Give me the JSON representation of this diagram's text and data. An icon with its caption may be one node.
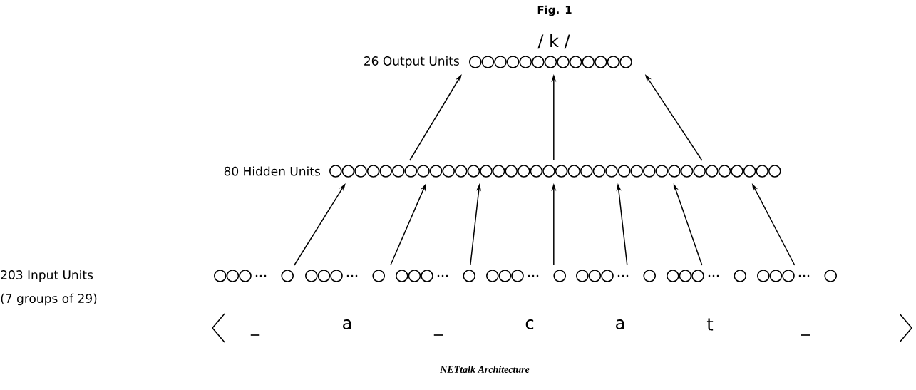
{
  "diagram": {
    "title": "Fig. 1",
    "caption": "NETtalk Architecture",
    "nodes": [
      {
        "text": [],
        "shape": "circle",
        "beside": [
          "26 Output Units"
        ]
      },
      {
        "text": [],
        "shape": "circle",
        "beside": [
          "80 Hidden Units"
        ]
      },
      {
        "text": [],
        "shape": "circle"
      },
      {
        "text": [],
        "shape": "circle"
      },
      {
        "text": [],
        "shape": "circle"
      },
      {
        "text": [],
        "shape": "circle"
      },
      {
        "text": [],
        "shape": "circle"
      },
      {
        "text": [],
        "shape": "circle"
      },
      {
        "text": [],
        "shape": "circle"
      }
    ],
    "edges": [
      {
        "from": 1,
        "to": 0,
        "arrow": "to"
      },
      {
        "from": 1,
        "to": 0,
        "arrow": "to"
      },
      {
        "from": 1,
        "to": 0,
        "arrow": "to"
      },
      {
        "from": 2,
        "to": 1,
        "arrow": "to"
      },
      {
        "from": 3,
        "to": 1,
        "arrow": "to"
      },
      {
        "from": 4,
        "to": 1,
        "arrow": "to"
      },
      {
        "from": 5,
        "to": 1,
        "arrow": "to"
      },
      {
        "from": 6,
        "to": 1,
        "arrow": "to"
      },
      {
        "from": 7,
        "to": 1,
        "arrow": "to"
      },
      {
        "from": 8,
        "to": 1,
        "arrow": "to"
      }
    ],
    "labels": [
      "/ k /",
      "203 Input Units",
      "(7 groups of 29)",
      "_",
      "a",
      "_",
      "c",
      "a",
      "t",
      "_"
    ]
  }
}
